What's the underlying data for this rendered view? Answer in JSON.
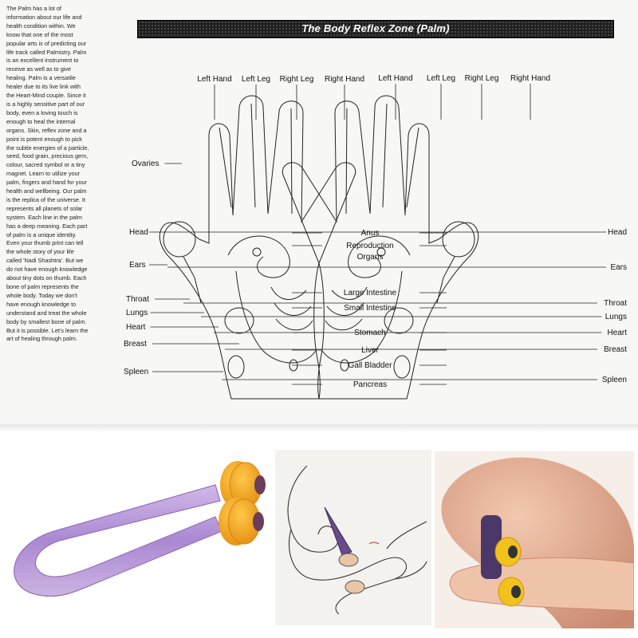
{
  "chart": {
    "title": "The Body Reflex Zone (Palm)"
  },
  "intro_text": "The Palm has a lot of\ninformation about our life and\nhealth condition within. We\nknow that one of the most\npopular arts is of predicting our\nlife track called Palmistry. Palm\nis an excellent instrument to\nreceive as well as to give\nhealing. Palm is a versatile\nhealer due to its live link with\nthe Heart-Mind couple. Since it\nis a highly sensitive part of our\nbody, even a loving touch is\nenough to heal the internal\norgans. Skin, reflex zone and a\npoint is potent enough to pick\nthe subtle energies of a particle,\nseed, food grain, precious gem,\ncolour, sacred symbol or a tiny\nmagnet. Learn to utilize your\npalm, fingers and hand for your\nhealth and wellbeing. Our palm\nis the replica of the universe. It\nrepresents all planets of solar\nsystem. Each line in the palm\nhas a deep meaning. Each part\nof palm is a unique identity.\nEven your thumb print can tell\nthe whole story of your life\ncalled 'Nadi Shashtra'. But we\ndo not have enough knowledge\nabout tiny dots on thumb. Each\nbone of palm represents the\nwhole body. Today we don't\nhave enough knowledge to\nunderstand and treat the whole\nbody by smallest bone of palm.\nBut it is possible. Let's learn the\nart of healing through palm.",
  "finger_labels": {
    "left_hand": [
      "Left Hand",
      "Left Leg",
      "Right Leg",
      "Right Hand"
    ],
    "right_hand": [
      "Left Hand",
      "Left Leg",
      "Right Leg",
      "Right Hand"
    ]
  },
  "left_side_labels": [
    "Ovaries",
    "Head",
    "Ears",
    "Throat",
    "Lungs",
    "Heart",
    "Breast",
    "Spleen"
  ],
  "center_labels": [
    "Anus",
    "Reproduction",
    "Organs",
    "Large Intestine",
    "Small Intestine",
    "Stomach",
    "Liver",
    "Gall Bladder",
    "Pancreas"
  ],
  "right_side_labels": [
    "Head",
    "Ears",
    "Throat",
    "Lungs",
    "Heart",
    "Breast",
    "Spleen"
  ],
  "colors": {
    "roller_body": "#b79ad6",
    "roller_wheels": "#f2a51c",
    "line_art": "#222222"
  }
}
